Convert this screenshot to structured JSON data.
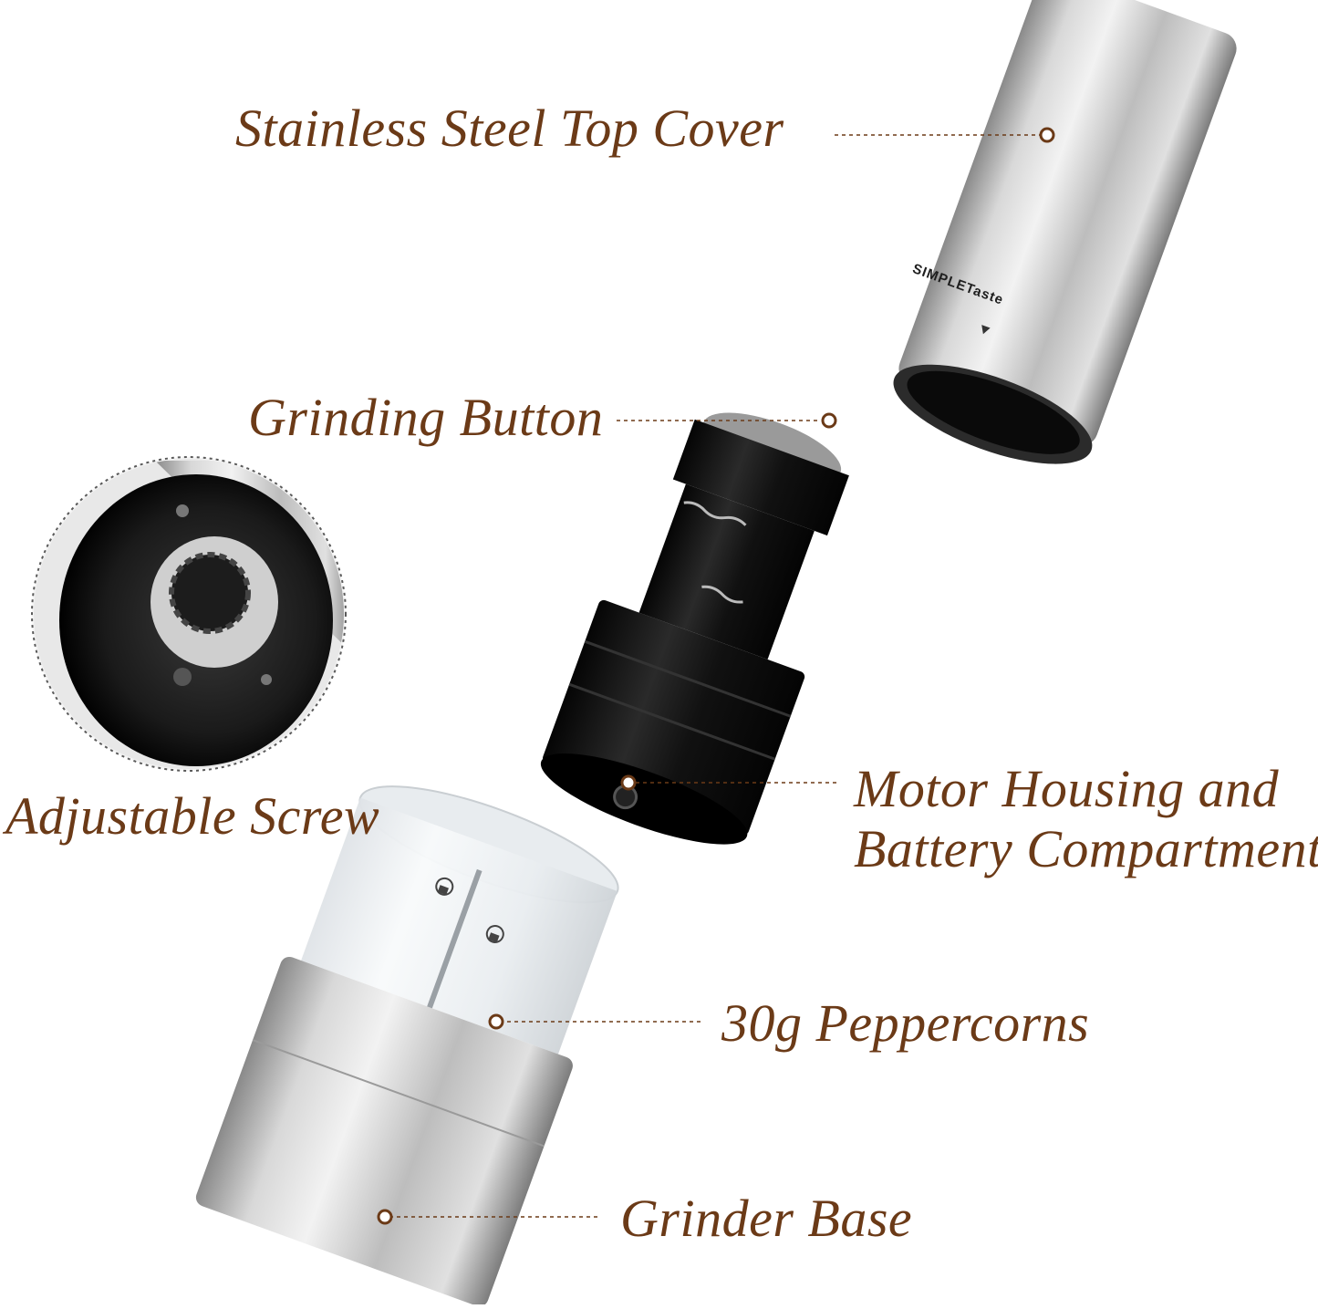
{
  "colors": {
    "label_text": "#6b3a17",
    "leader_line": "#6b3a17",
    "dot": "#6b3a17",
    "steel_light": "#e6e6e6",
    "steel_dark": "#7a7a7a",
    "housing_black": "#111111",
    "acrylic": "#eef1f4"
  },
  "labels": {
    "top_cover": "Stainless Steel Top Cover",
    "grinding_button": "Grinding Button",
    "adjustable_screw": "Adjustable Screw",
    "motor_housing_line1": "Motor Housing and",
    "motor_housing_line2": "Battery Compartment",
    "peppercorns": "30g Peppercorns",
    "grinder_base": "Grinder Base"
  },
  "product": {
    "brand_logo": "SIMPLETaste"
  },
  "icons": {
    "callout_dot": "dot-marker",
    "play_marker": "triangle-down-icon",
    "lock_icon": "lock-icon",
    "unlock_icon": "unlock-icon"
  }
}
